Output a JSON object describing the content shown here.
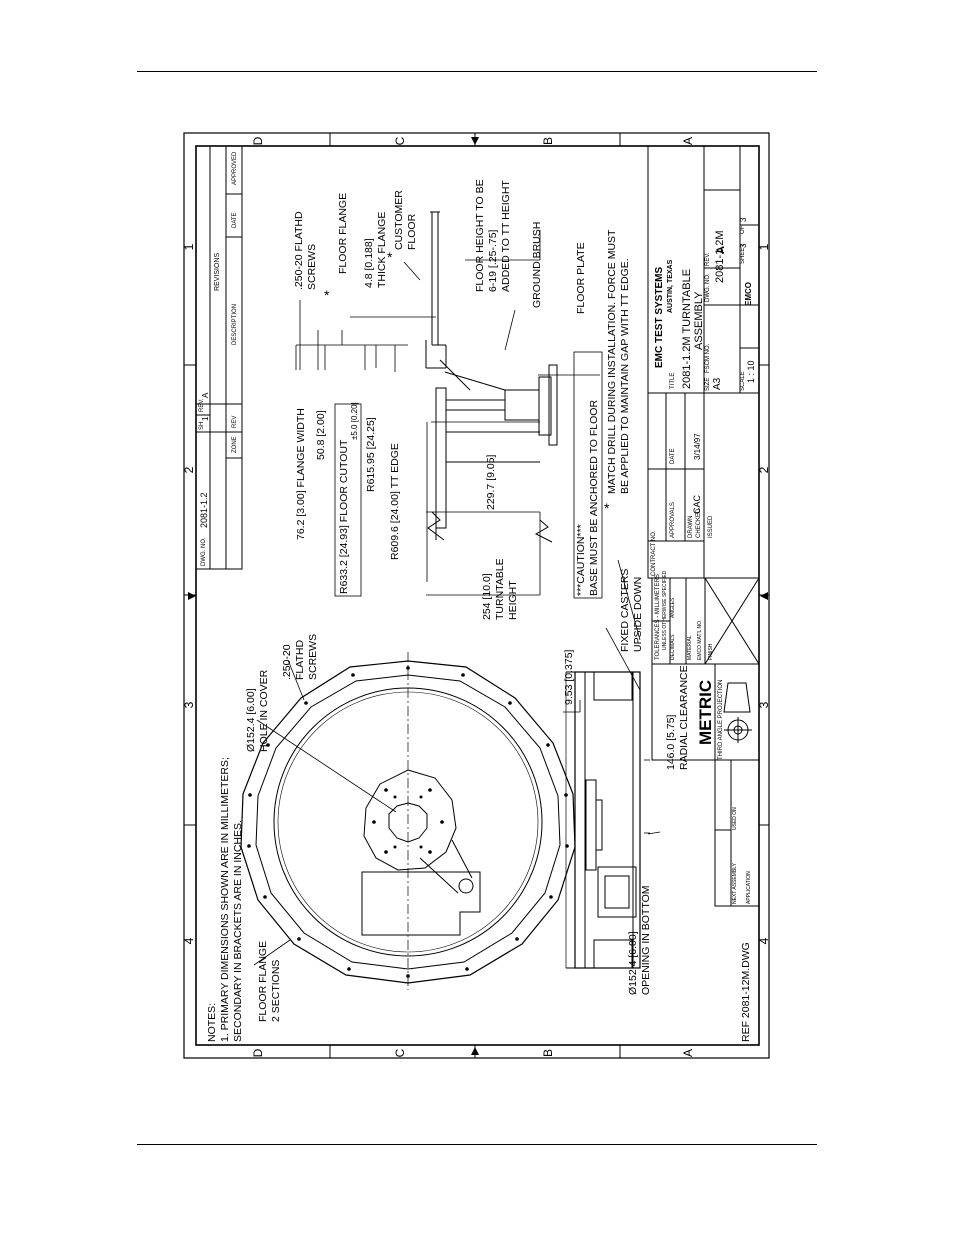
{
  "title_block": {
    "company": "EMC TEST SYSTEMS",
    "location": "AUSTIN, TEXAS",
    "title_line1": "2081-1.2M TURNTABLE",
    "title_line2": "ASSEMBLY",
    "dwg_no": "2081-1.2M",
    "size": "A3",
    "rev": "A",
    "scale": "1 : 10",
    "sheet": "3",
    "of": "3",
    "fscm_label": "FSCM NO.",
    "emco": "EMCO",
    "date": "3/14/97",
    "drawn": "CAC",
    "metric": "METRIC",
    "projection": "THIRD ANGLE PROJECTION",
    "tolerances": "TOLERANCES - MILLIMETERS",
    "unless": "UNLESS OTHERWISE SPECIFIED",
    "decimals": "DECIMALS",
    "angles": "ANGLES",
    "material": "MATERIAL",
    "emco_matl": "EMCO MAT'L NO.",
    "finish": "FINISH",
    "approvals": "APPROVALS",
    "drawn_lbl": "DRAWN",
    "checked_lbl": "CHECKED",
    "issued_lbl": "ISSUED",
    "contract_lbl": "CONTRACT NO.",
    "title_lbl": "TITLE",
    "date_lbl": "DATE",
    "size_lbl": "SIZE",
    "dwg_lbl": "DWG. NO.",
    "rev_lbl": "REV.",
    "scale_lbl": "SCALE",
    "sheet_lbl": "SHEET",
    "of_lbl": "OF",
    "next_assembly": "NEXT ASSEMBLY",
    "used_on": "USED ON",
    "application": "APPLICATION"
  },
  "revisions": {
    "header": "REVISIONS",
    "dwg_no_lbl": "DWG. NO.",
    "dwg_no": "2081-1.2",
    "sh_lbl": "SH",
    "sh": "1",
    "rev_lbl": "REV.",
    "rev": "A",
    "zone": "ZONE",
    "rev_col": "REV",
    "description": "DESCRIPTION",
    "date": "DATE",
    "approved": "APPROVED"
  },
  "notes": {
    "header": "NOTES:",
    "line1": "1.  PRIMARY DIMENSIONS SHOWN ARE IN MILLIMETERS;",
    "line2": "     SECONDARY IN BRACKETS ARE IN INCHES."
  },
  "ref": "REF 2081-12M.DWG",
  "callouts": {
    "floor_flange_sections": [
      "FLOOR FLANGE",
      "2 SECTIONS"
    ],
    "hole_in_cover": [
      "Ø152.4 [6.00]",
      "HOLE IN COVER"
    ],
    "flathd_screws": [
      ".250-20",
      "FLATHD",
      "SCREWS"
    ],
    "opening_in_bottom": [
      "Ø152.4 [6.00]",
      "OPENING IN BOTTOM"
    ],
    "radial_clearance": [
      "146.0 [5.75]",
      "RADIAL CLEARANCE"
    ],
    "dim_953": "9.53 [0.375]",
    "fixed_casters": [
      "FIXED CASTERS",
      "UPSIDE DOWN"
    ],
    "turntable_height": [
      "254 [10.0]",
      "TURNTABLE",
      "HEIGHT"
    ],
    "caution": [
      "***CAUTION***",
      "BASE MUST BE ANCHORED TO FLOOR"
    ],
    "match_drill": [
      "MATCH DRILL DURING INSTALLATION. FORCE MUST",
      "BE APPLIED TO MAINTAIN GAP WITH TT EDGE."
    ],
    "dim_2297": "229.7 [9.05]",
    "flange_width": "76.2 [3.00] FLANGE WIDTH",
    "dim_508": "50.8 [2.00]",
    "floor_cutout": "R633.2 [24.93] FLOOR CUTOUT",
    "cutout_tol": "±5.0 [0.20]",
    "tt_edge_r61595": "R615.95 [24.25]",
    "tt_edge": "R609.6 [24.00] TT EDGE",
    "flathd_screws_top": [
      ".250-20 FLATHD",
      "SCREWS"
    ],
    "floor_flange": "FLOOR FLANGE",
    "thick_flange": [
      "4.8 [0.188]",
      "THICK FLANGE"
    ],
    "customer_floor": [
      "CUSTOMER",
      "FLOOR"
    ],
    "ground_brush": "GROUND BRUSH",
    "floor_height": [
      "FLOOR HEIGHT TO BE",
      "6-19 [.25-.75]",
      "ADDED TO TT HEIGHT"
    ],
    "floor_plate": "FLOOR PLATE"
  },
  "zones": {
    "rows": [
      "D",
      "C",
      "B",
      "A"
    ],
    "cols": [
      "4",
      "3",
      "2",
      "1"
    ]
  }
}
